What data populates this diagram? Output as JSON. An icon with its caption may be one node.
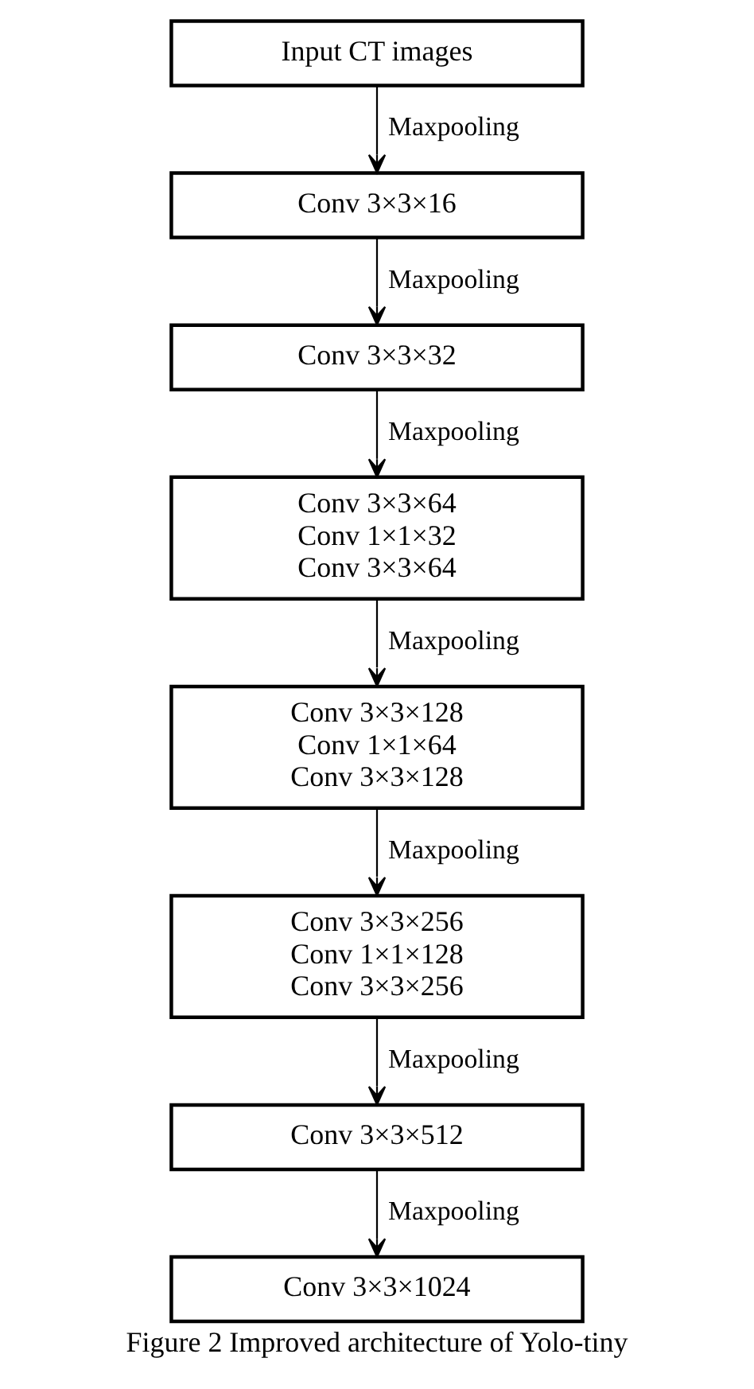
{
  "diagram": {
    "caption": "Figure 2 Improved architecture of Yolo-tiny",
    "nodes": [
      {
        "text": [
          "Input CT images"
        ]
      },
      {
        "text": [
          "Conv 3×3×16"
        ]
      },
      {
        "text": [
          "Conv 3×3×32"
        ]
      },
      {
        "text": [
          "Conv 3×3×64",
          "Conv 1×1×32",
          "Conv 3×3×64"
        ]
      },
      {
        "text": [
          "Conv 3×3×128",
          "Conv 1×1×64",
          "Conv 3×3×128"
        ]
      },
      {
        "text": [
          "Conv 3×3×256",
          "Conv 1×1×128",
          "Conv 3×3×256"
        ]
      },
      {
        "text": [
          "Conv 3×3×512"
        ]
      },
      {
        "text": [
          "Conv 3×3×1024"
        ]
      }
    ],
    "edges": [
      {
        "from": 0,
        "to": 1,
        "arrow": "to",
        "label": "Maxpooling"
      },
      {
        "from": 1,
        "to": 2,
        "arrow": "to",
        "label": "Maxpooling"
      },
      {
        "from": 2,
        "to": 3,
        "arrow": "to",
        "label": "Maxpooling"
      },
      {
        "from": 3,
        "to": 4,
        "arrow": "to",
        "label": "Maxpooling"
      },
      {
        "from": 4,
        "to": 5,
        "arrow": "to",
        "label": "Maxpooling"
      },
      {
        "from": 5,
        "to": 6,
        "arrow": "to",
        "label": "Maxpooling"
      },
      {
        "from": 6,
        "to": 7,
        "arrow": "to",
        "label": "Maxpooling"
      }
    ]
  }
}
